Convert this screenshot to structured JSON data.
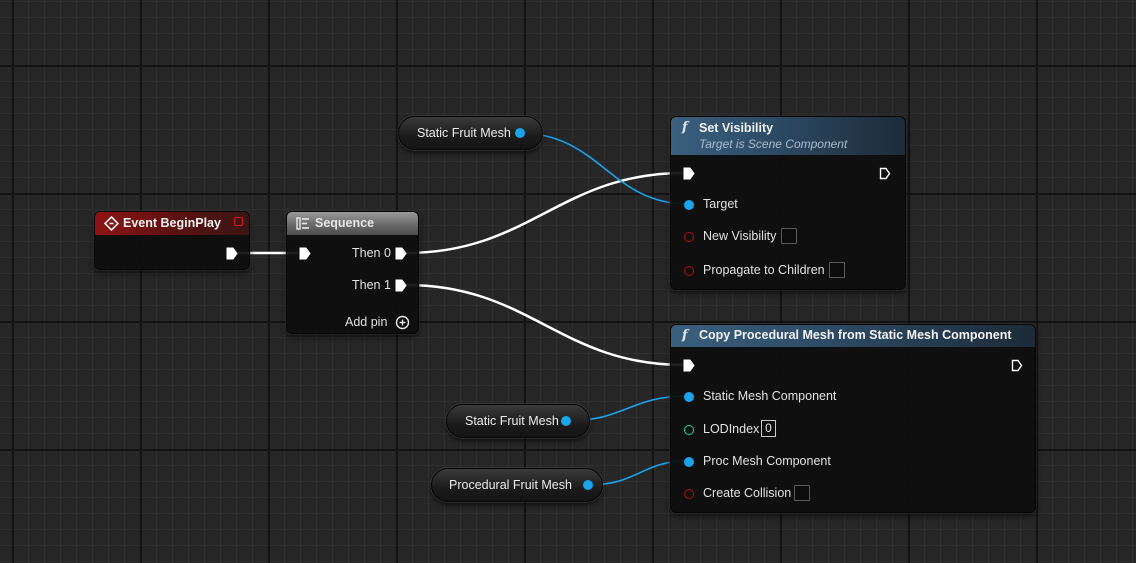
{
  "graph": {
    "event_node": {
      "title": "Event BeginPlay"
    },
    "sequence_node": {
      "title": "Sequence",
      "outputs": [
        "Then 0",
        "Then 1"
      ],
      "add_pin_label": "Add pin"
    },
    "set_visibility_node": {
      "title": "Set Visibility",
      "subtitle": "Target is Scene Component",
      "pins": {
        "target": "Target",
        "new_visibility": "New Visibility",
        "propagate": "Propagate to Children"
      }
    },
    "copy_mesh_node": {
      "title": "Copy Procedural Mesh from Static Mesh Component",
      "pins": {
        "static_mesh_component": "Static Mesh Component",
        "lod_index": "LODIndex",
        "lod_index_value": "0",
        "proc_mesh_component": "Proc Mesh Component",
        "create_collision": "Create Collision"
      }
    },
    "getters": {
      "static_fruit_mesh_1": "Static Fruit Mesh",
      "static_fruit_mesh_2": "Static Fruit Mesh",
      "procedural_fruit_mesh": "Procedural Fruit Mesh"
    },
    "colors": {
      "object_pin": "#1aa4ec",
      "bool_pin": "#aa1010",
      "int_pin": "#22d8b0",
      "exec_wire": "#ffffff",
      "event_header": "#8e1414",
      "function_header": "#3a5f7e"
    }
  }
}
